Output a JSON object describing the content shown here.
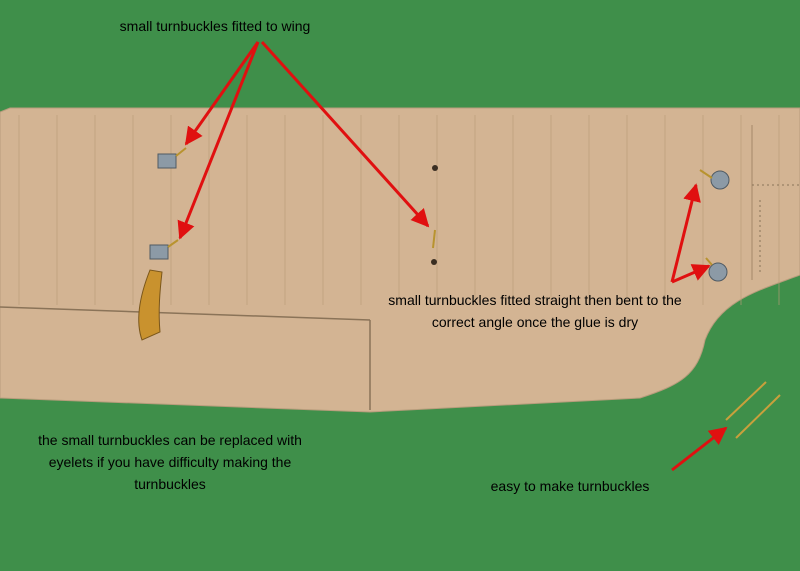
{
  "captions": {
    "wing_turnbuckles": "small turnbuckles fitted to wing",
    "straight_then_bent": "small turnbuckles fitted straight then bent to the correct angle once the glue is dry",
    "eyelets_note": "the small turnbuckles can be replaced with eyelets if you have difficulty making the turnbuckles",
    "easy_to_make": "easy to make turnbuckles"
  },
  "colors": {
    "background": "#3f8f4a",
    "card": "#d3b493",
    "arrow": "#e01010"
  }
}
